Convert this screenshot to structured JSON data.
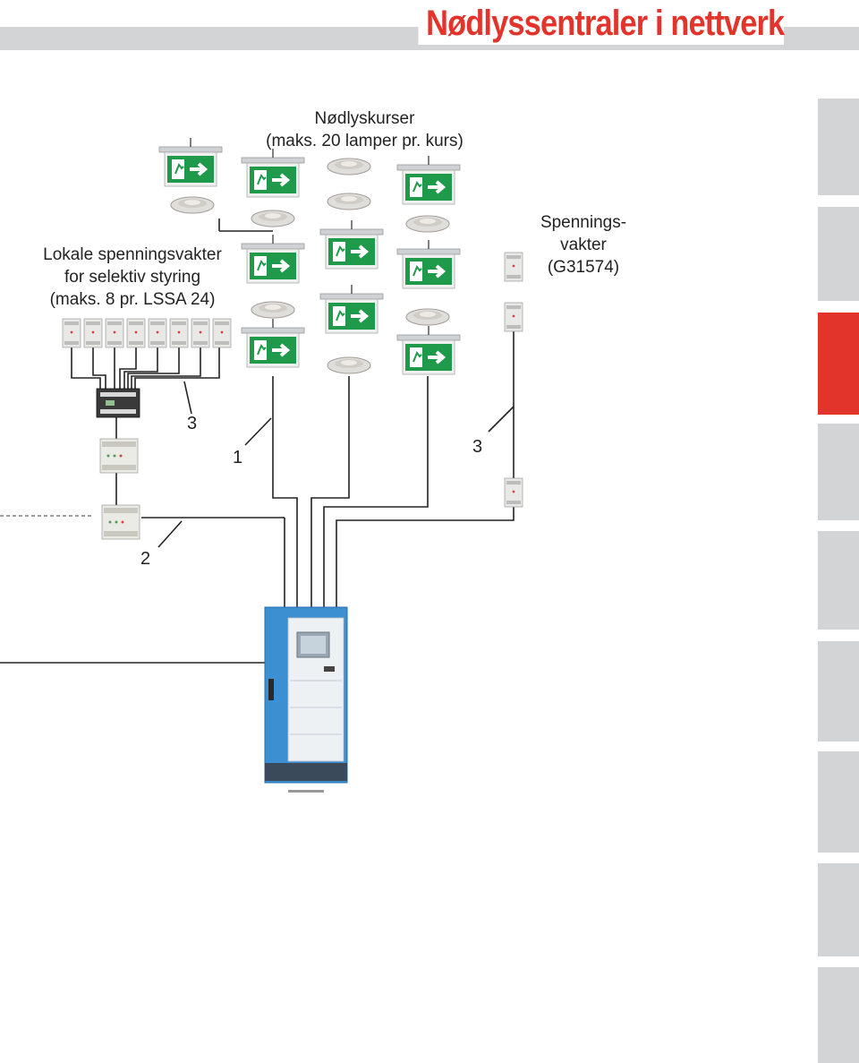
{
  "header": {
    "title": "Nødlyssentraler i nettverk"
  },
  "side_tabs": {
    "active_index": 2,
    "count": 9
  },
  "labels": {
    "circuits_line1": "Nødlyskurser",
    "circuits_line2": "(maks. 20 lamper pr. kurs)",
    "local_line1": "Lokale spenningsvakter",
    "local_line2": "for selektiv styring",
    "local_line3": "(maks. 8 pr. LSSA 24)",
    "monitor_line1": "Spennings-",
    "monitor_line2": "vakter",
    "monitor_code": "(G31574)"
  },
  "callouts": {
    "a": "3",
    "b": "1",
    "c": "3",
    "d": "2"
  },
  "colors": {
    "accent": "#e3342b",
    "tab_gray": "#d3d4d6",
    "cabinet_blue": "#3c8fd0",
    "sign_green": "#1f9a4a"
  }
}
